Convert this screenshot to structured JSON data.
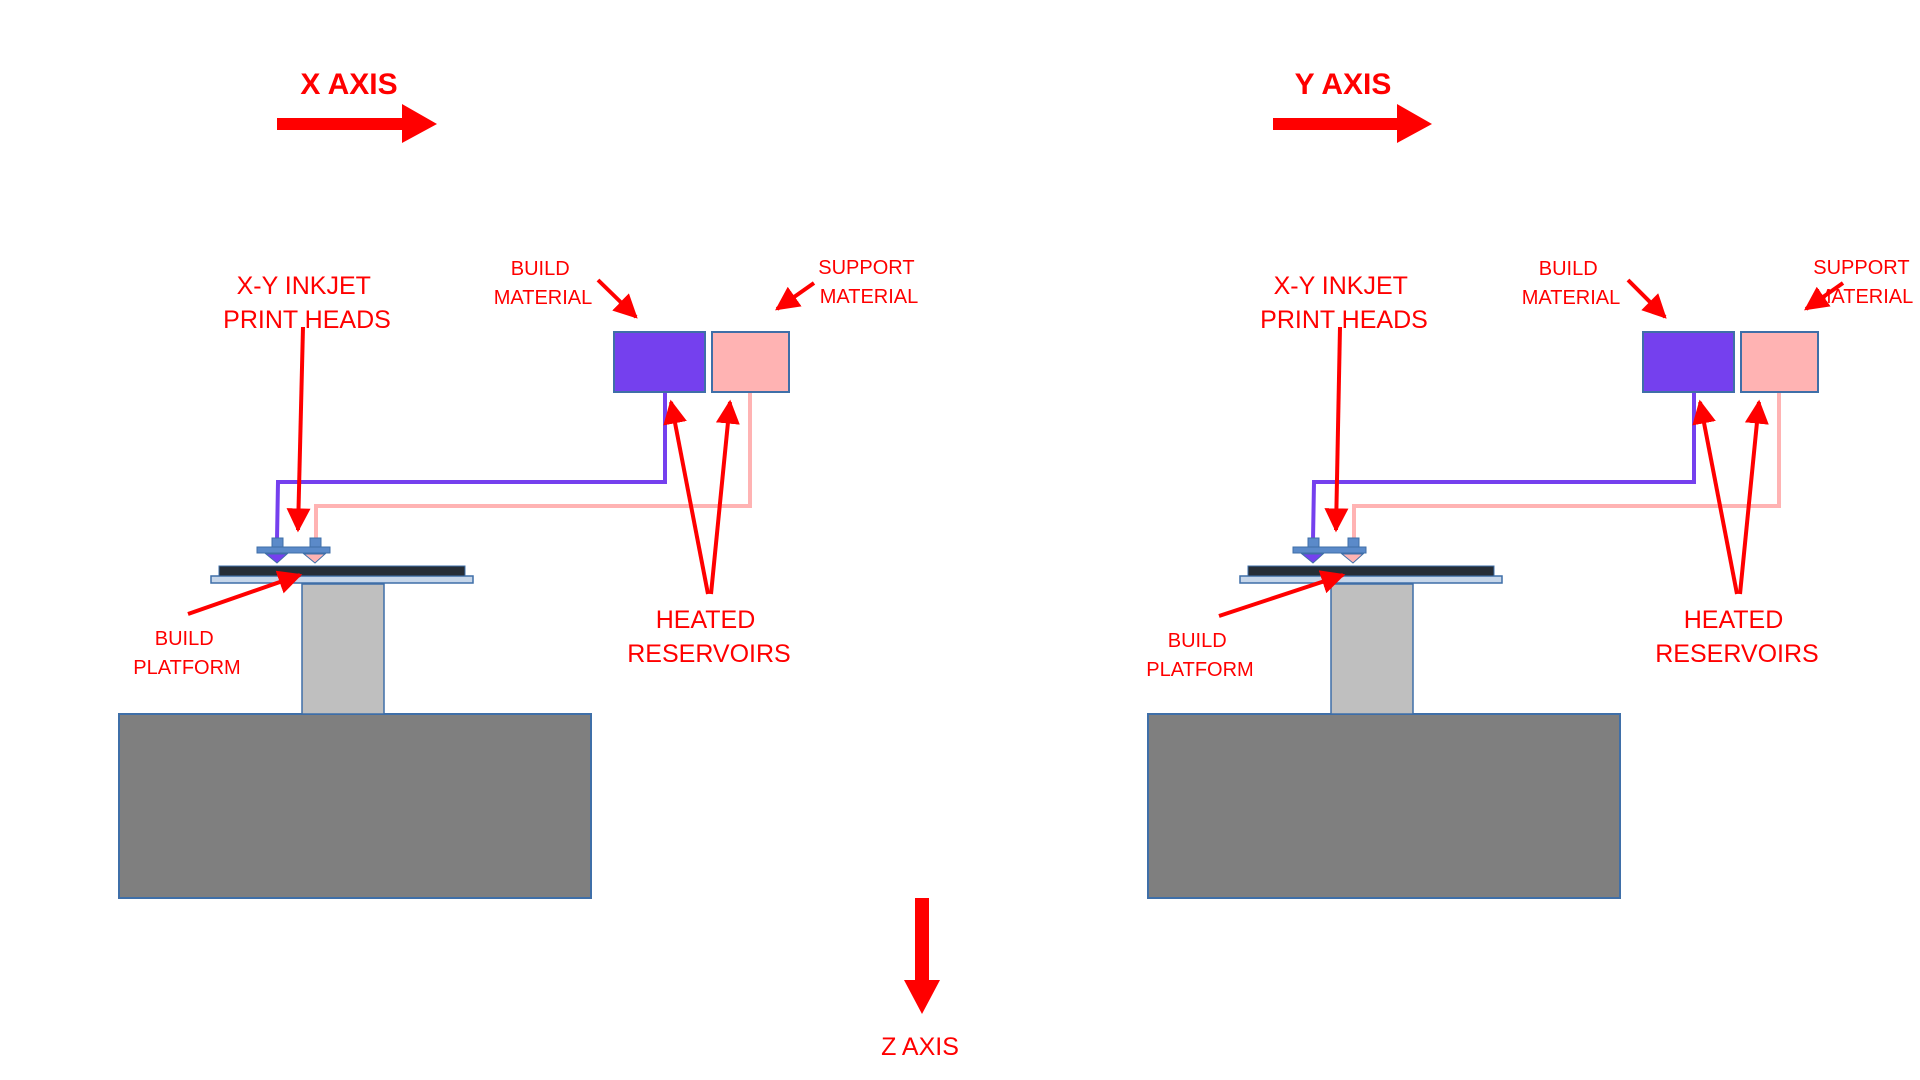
{
  "colors": {
    "label": "#ff0000",
    "build_material": "#7540ee",
    "support_material": "#ffb3b3",
    "base": "#7f7f7f",
    "column": "#bfbfbf",
    "platform_top": "#262d36",
    "platform_plate": "#c6d6ea",
    "print_head": "#5b8ac9",
    "outline": "#3f6fa8"
  },
  "axes": {
    "x": {
      "label": "X AXIS"
    },
    "y": {
      "label": "Y AXIS"
    },
    "z": {
      "label": "Z AXIS"
    }
  },
  "panels": [
    {
      "print_heads_label": [
        "X-Y INKJET",
        "PRINT HEADS"
      ],
      "build_material_label": [
        "BUILD",
        "MATERIAL"
      ],
      "support_material_label": [
        "SUPPORT",
        "MATERIAL"
      ],
      "heated_reservoirs_label": [
        "HEATED",
        "RESERVOIRS"
      ],
      "build_platform_label": [
        "BUILD",
        "PLATFORM"
      ]
    },
    {
      "print_heads_label": [
        "X-Y INKJET",
        "PRINT HEADS"
      ],
      "build_material_label": [
        "BUILD",
        "MATERIAL"
      ],
      "support_material_label": [
        "SUPPORT",
        "MATERIAL"
      ],
      "heated_reservoirs_label": [
        "HEATED",
        "RESERVOIRS"
      ],
      "build_platform_label": [
        "BUILD",
        "PLATFORM"
      ]
    }
  ]
}
